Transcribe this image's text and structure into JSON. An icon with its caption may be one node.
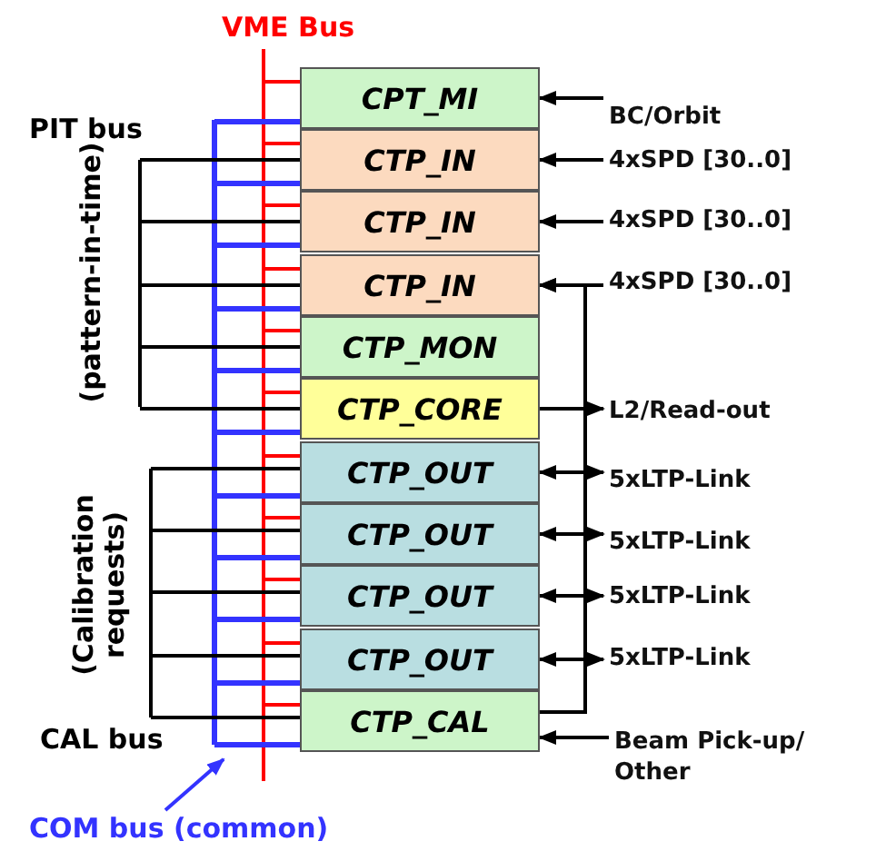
{
  "diagram": {
    "nodes": [
      {
        "text": [
          "CPT_MI"
        ]
      },
      {
        "text": [
          "CTP_IN"
        ]
      },
      {
        "text": [
          "CTP_IN"
        ]
      },
      {
        "text": [
          "CTP_IN"
        ]
      },
      {
        "text": [
          "CTP_MON"
        ]
      },
      {
        "text": [
          "CTP_CORE"
        ]
      },
      {
        "text": [
          "CTP_OUT"
        ]
      },
      {
        "text": [
          "CTP_OUT"
        ]
      },
      {
        "text": [
          "CTP_OUT"
        ]
      },
      {
        "text": [
          "CTP_OUT"
        ]
      },
      {
        "text": [
          "CTP_CAL"
        ]
      },
      {
        "text": [
          "BC/Orbit"
        ]
      },
      {
        "text": [
          "4xSPD [30..0]"
        ]
      },
      {
        "text": [
          "4xSPD [30..0]"
        ]
      },
      {
        "text": [
          "4xSPD [30..0]"
        ]
      },
      {
        "text": [
          "L2/Read-out"
        ]
      },
      {
        "text": [
          "5xLTP-Link"
        ]
      },
      {
        "text": [
          "5xLTP-Link"
        ]
      },
      {
        "text": [
          "5xLTP-Link"
        ]
      },
      {
        "text": [
          "5xLTP-Link"
        ]
      },
      {
        "text": [
          "Beam Pick-up/ Other"
        ]
      },
      {
        "text": [
          "COM bus (common)"
        ]
      }
    ],
    "edges": [
      {
        "from": 11,
        "to": 0,
        "arrow": "to"
      },
      {
        "from": 12,
        "to": 1,
        "arrow": "to"
      },
      {
        "from": 13,
        "to": 2,
        "arrow": "to"
      },
      {
        "from": 14,
        "to": 3,
        "arrow": "to"
      },
      {
        "from": 5,
        "to": 15,
        "arrow": "to"
      },
      {
        "from": 6,
        "to": 16,
        "arrow": "both"
      },
      {
        "from": 7,
        "to": 17,
        "arrow": "both"
      },
      {
        "from": 8,
        "to": 18,
        "arrow": "both"
      },
      {
        "from": 9,
        "to": 19,
        "arrow": "both"
      },
      {
        "from": 10,
        "to": 3,
        "arrow": "to"
      },
      {
        "from": 20,
        "to": 10,
        "arrow": "to"
      },
      {
        "from": 21,
        "to": null,
        "arrow": "to",
        "color": "#3333ff"
      }
    ],
    "labels": [
      "VME Bus",
      "PIT bus",
      "(pattern-in-time)",
      "(Calibration requests)",
      "CAL bus"
    ]
  }
}
